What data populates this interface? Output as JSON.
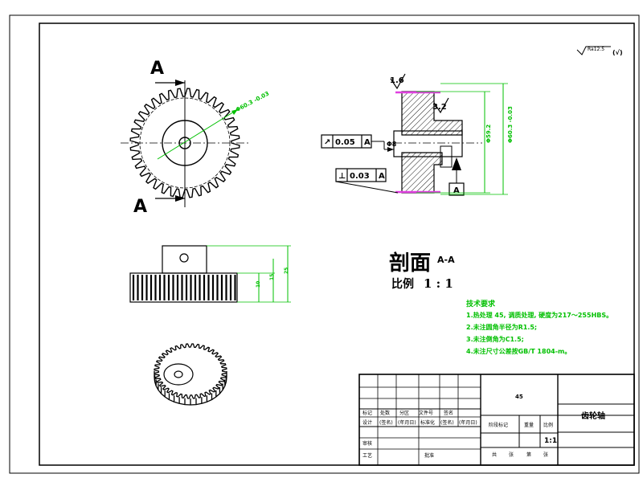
{
  "section": {
    "marker_top": "A",
    "marker_bottom": "A",
    "title": "剖面",
    "title_suffix": "A-A",
    "scale_label": "比例",
    "scale_value": "1 : 1"
  },
  "surface_finish": {
    "global": "(√)",
    "global_value": "Ra12.5",
    "face_top": "1.6",
    "face_mid": "3.2"
  },
  "dimensions": {
    "gear_tip_diameter": "Φ60.3 -0.03",
    "bore_diameter": "Φ8",
    "outer_1": "Φ59.2",
    "outer_2": "Φ60.3 -0.03",
    "height_1": "10",
    "height_2": "15",
    "height_3": "25"
  },
  "tolerances": {
    "runout": {
      "symbol": "↗",
      "value": "0.05",
      "datum": "A"
    },
    "perpendicularity": {
      "symbol": "⊥",
      "value": "0.03",
      "datum": "A"
    },
    "datum_label": "A"
  },
  "tech_notes": {
    "title": "技术要求",
    "items": [
      "1.热处理 45, 调质处理, 硬度为217～255HBS。",
      "2.未注圆角半径为R1.5;",
      "3.未注倒角为C1.5;",
      "4.未注尺寸公差按GB/T 1804-m。"
    ]
  },
  "title_block": {
    "material": "45",
    "part_name": "齿轮轴",
    "scale": "1:1",
    "headers_row1": [
      "标记",
      "处数",
      "分区",
      "文件号",
      "签名"
    ],
    "headers_row2": [
      "设计",
      "(签名)",
      "(年月日)",
      "标准化",
      "(签名)",
      "(年月日)"
    ],
    "stage_label": "阶段标记",
    "weight_label": "重量",
    "ratio_label": "比例",
    "review_label": "审核",
    "process_label": "工艺",
    "approve_label": "批准",
    "sheets_row": [
      "共",
      "张",
      "第",
      "张"
    ]
  }
}
